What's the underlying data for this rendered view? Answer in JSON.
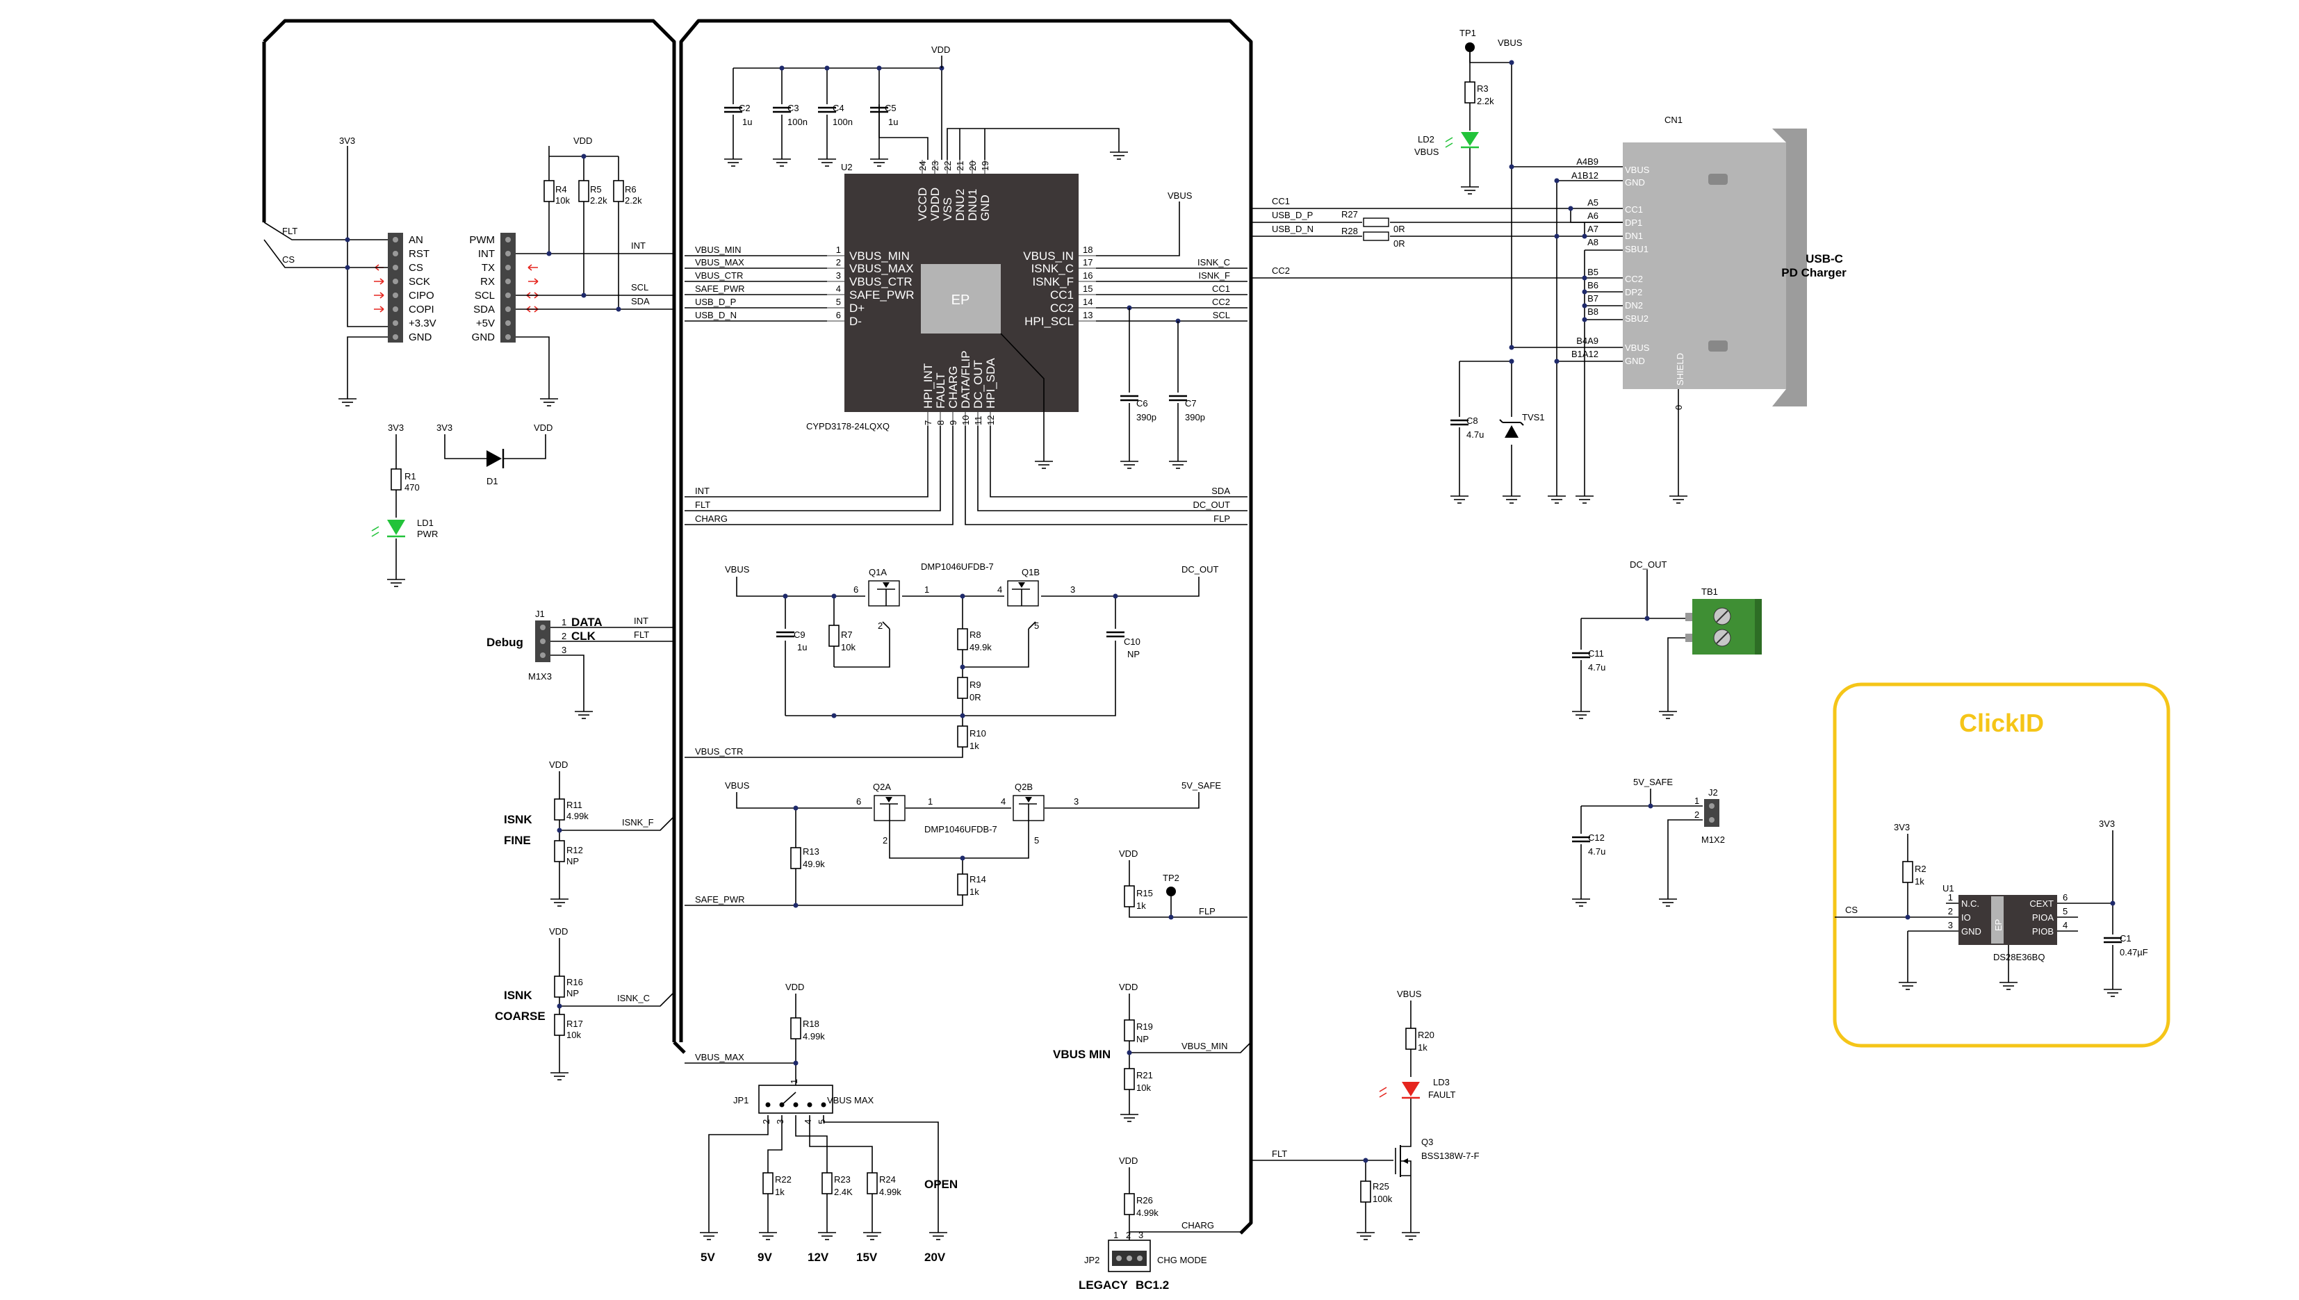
{
  "colors": {
    "chip": "#3d3737",
    "led_green": "#22c33a",
    "led_red": "#e5251e",
    "terminal": "#3f8f34",
    "clickid": "#f5c518",
    "junction": "#1f2a6b",
    "header_pin": "#333333"
  },
  "u2": {
    "ref": "U2",
    "part": "CYPD3178-24LQXQ",
    "ep": "EP",
    "left_pins": [
      {
        "num": "1",
        "name": "VBUS_MIN"
      },
      {
        "num": "2",
        "name": "VBUS_MAX"
      },
      {
        "num": "3",
        "name": "VBUS_CTR"
      },
      {
        "num": "4",
        "name": "SAFE_PWR"
      },
      {
        "num": "5",
        "name": "D+"
      },
      {
        "num": "6",
        "name": "D-"
      }
    ],
    "right_pins": [
      {
        "num": "18",
        "name": "VBUS_IN"
      },
      {
        "num": "17",
        "name": "ISNK_C"
      },
      {
        "num": "16",
        "name": "ISNK_F"
      },
      {
        "num": "15",
        "name": "CC1"
      },
      {
        "num": "14",
        "name": "CC2"
      },
      {
        "num": "13",
        "name": "HPI_SCL"
      }
    ],
    "top_pins": [
      {
        "num": "24",
        "name": "VCCD"
      },
      {
        "num": "23",
        "name": "VDDD"
      },
      {
        "num": "22",
        "name": "VSS"
      },
      {
        "num": "21",
        "name": "DNU2"
      },
      {
        "num": "20",
        "name": "DNU1"
      },
      {
        "num": "19",
        "name": "GND"
      }
    ],
    "bottom_pins": [
      {
        "num": "7",
        "name": "HPI_INT"
      },
      {
        "num": "8",
        "name": "FAULT"
      },
      {
        "num": "9",
        "name": "CHARG"
      },
      {
        "num": "10",
        "name": "DATA/FLIP"
      },
      {
        "num": "11",
        "name": "DC_OUT"
      },
      {
        "num": "12",
        "name": "HPI_SDA"
      }
    ]
  },
  "u2_left_nets": [
    "VBUS_MIN",
    "VBUS_MAX",
    "VBUS_CTR",
    "SAFE_PWR",
    "USB_D_P",
    "USB_D_N"
  ],
  "u2_right_nets": [
    "ISNK_C",
    "ISNK_F",
    "CC1",
    "CC2",
    "SCL"
  ],
  "u2_bottom_nets": [
    "INT",
    "FLT",
    "CHARG",
    "SDA",
    "DC_OUT",
    "FLP"
  ],
  "decoupling": [
    {
      "ref": "C2",
      "value": "1u"
    },
    {
      "ref": "C3",
      "value": "100n"
    },
    {
      "ref": "C4",
      "value": "100n"
    },
    {
      "ref": "C5",
      "value": "1u"
    }
  ],
  "cc_caps": [
    {
      "ref": "C6",
      "value": "390p"
    },
    {
      "ref": "C7",
      "value": "390p"
    }
  ],
  "mikrobus": {
    "left": [
      "AN",
      "RST",
      "CS",
      "SCK",
      "CIPO",
      "COPI",
      "+3.3V",
      "GND"
    ],
    "right": [
      "PWM",
      "INT",
      "TX",
      "RX",
      "SCL",
      "SDA",
      "+5V",
      "GND"
    ],
    "left_nets": [
      "FLT",
      "CS"
    ],
    "right_nets": [
      "INT",
      "SCL",
      "SDA"
    ],
    "pullups": [
      {
        "ref": "R4",
        "value": "10k"
      },
      {
        "ref": "R5",
        "value": "2.2k"
      },
      {
        "ref": "R6",
        "value": "2.2k"
      }
    ]
  },
  "power": {
    "r1": {
      "ref": "R1",
      "value": "470"
    },
    "ld1": {
      "ref": "LD1",
      "name": "PWR"
    },
    "d1": {
      "ref": "D1"
    }
  },
  "debug": {
    "title": "Debug",
    "ref": "J1",
    "part": "M1X3",
    "pins": [
      {
        "num": "1",
        "name": "DATA",
        "net": "INT"
      },
      {
        "num": "2",
        "name": "CLK",
        "net": "FLT"
      },
      {
        "num": "3",
        "name": "",
        "net": ""
      }
    ]
  },
  "switch1": {
    "q1a": "Q1A",
    "q1b": "Q1B",
    "part": "DMP1046UFDB-7",
    "in": "VBUS",
    "out": "DC_OUT",
    "pins": [
      "6",
      "1",
      "2",
      "4",
      "3",
      "5"
    ],
    "parts": [
      {
        "ref": "C9",
        "value": "1u"
      },
      {
        "ref": "R7",
        "value": "10k"
      },
      {
        "ref": "R8",
        "value": "49.9k"
      },
      {
        "ref": "R9",
        "value": "0R"
      },
      {
        "ref": "C10",
        "value": "NP"
      },
      {
        "ref": "R10",
        "value": "1k"
      }
    ],
    "ctrl": "VBUS_CTR"
  },
  "switch2": {
    "q2a": "Q2A",
    "q2b": "Q2B",
    "part": "DMP1046UFDB-7",
    "in": "VBUS",
    "out": "5V_SAFE",
    "pins": [
      "6",
      "1",
      "2",
      "4",
      "3",
      "5"
    ],
    "parts": [
      {
        "ref": "R13",
        "value": "49.9k"
      },
      {
        "ref": "R14",
        "value": "1k"
      }
    ],
    "ctrl": "SAFE_PWR"
  },
  "isnk_fine": {
    "l1": "ISNK",
    "l2": "FINE",
    "net": "ISNK_F",
    "r_top": {
      "ref": "R11",
      "value": "4.99k"
    },
    "r_bot": {
      "ref": "R12",
      "value": "NP"
    }
  },
  "isnk_coarse": {
    "l1": "ISNK",
    "l2": "COARSE",
    "net": "ISNK_C",
    "r_top": {
      "ref": "R16",
      "value": "NP"
    },
    "r_bot": {
      "ref": "R17",
      "value": "10k"
    }
  },
  "vbus_max": {
    "r18": {
      "ref": "R18",
      "value": "4.99k"
    },
    "jp": "JP1",
    "label": "VBUS MAX",
    "net": "VBUS_MAX",
    "jp_pins": [
      "1",
      "2",
      "3",
      "4",
      "5"
    ],
    "rs": [
      {
        "ref": "R22",
        "value": "1k"
      },
      {
        "ref": "R23",
        "value": "2.4K"
      },
      {
        "ref": "R24",
        "value": "4.99k"
      }
    ],
    "options": [
      "5V",
      "9V",
      "12V",
      "15V",
      "20V"
    ],
    "open": "OPEN"
  },
  "fault": {
    "r15": {
      "ref": "R15",
      "value": "1k"
    },
    "tp2": "TP2",
    "net": "FLP"
  },
  "vbus_min": {
    "label": "VBUS MIN",
    "net": "VBUS_MIN",
    "r19": {
      "ref": "R19",
      "value": "NP"
    },
    "r21": {
      "ref": "R21",
      "value": "10k"
    }
  },
  "charge": {
    "r26": {
      "ref": "R26",
      "value": "4.99k"
    },
    "net": "CHARG",
    "jp": "JP2",
    "mode": "CHG MODE",
    "left": "LEGACY",
    "right": "BC1.2",
    "pins": [
      "1",
      "2",
      "3"
    ]
  },
  "fault_led": {
    "r20": {
      "ref": "R20",
      "value": "1k"
    },
    "ld3": {
      "ref": "LD3",
      "name": "FAULT"
    },
    "q3": {
      "ref": "Q3",
      "part": "BSS138W-7-F"
    },
    "r25": {
      "ref": "R25",
      "value": "100k"
    },
    "net": "FLT"
  },
  "usbc": {
    "ref": "CN1",
    "title_1": "USB-C",
    "title_2": "PD Charger",
    "pins": [
      {
        "pad": "A4B9",
        "name": "VBUS"
      },
      {
        "pad": "A1B12",
        "name": "GND"
      },
      {
        "pad": "A5",
        "name": "CC1"
      },
      {
        "pad": "A6",
        "name": "DP1"
      },
      {
        "pad": "A7",
        "name": "DN1"
      },
      {
        "pad": "A8",
        "name": "SBU1"
      },
      {
        "pad": "B5",
        "name": "CC2"
      },
      {
        "pad": "B6",
        "name": "DP2"
      },
      {
        "pad": "B7",
        "name": "DN2"
      },
      {
        "pad": "B8",
        "name": "SBU2"
      },
      {
        "pad": "B4A9",
        "name": "VBUS"
      },
      {
        "pad": "B1A12",
        "name": "GND"
      }
    ],
    "shield": "SHIELD",
    "shield_pin": "0",
    "nets": [
      "CC1",
      "USB_D_P",
      "USB_D_N",
      "CC2"
    ],
    "r27": {
      "ref": "R27",
      "value": "0R"
    },
    "r28": {
      "ref": "R28",
      "value": "0R"
    },
    "tp1": "TP1",
    "vbus": "VBUS",
    "r3": {
      "ref": "R3",
      "value": "2.2k"
    },
    "ld2": {
      "ref": "LD2",
      "name": "VBUS"
    },
    "c8": {
      "ref": "C8",
      "value": "4.7u"
    },
    "tvs": "TVS1"
  },
  "terminal": {
    "net": "DC_OUT",
    "ref": "TB1",
    "c11": {
      "ref": "C11",
      "value": "4.7u"
    }
  },
  "j2": {
    "net": "5V_SAFE",
    "ref": "J2",
    "part": "M1X2",
    "c12": {
      "ref": "C12",
      "value": "4.7u"
    },
    "pins": [
      "1",
      "2"
    ]
  },
  "clickid": {
    "title": "ClickID",
    "u1": "U1",
    "part": "DS28E36BQ",
    "ep": "EP",
    "cs": "CS",
    "left_pins": [
      {
        "num": "1",
        "name": "N.C."
      },
      {
        "num": "2",
        "name": "IO"
      },
      {
        "num": "3",
        "name": "GND"
      }
    ],
    "right_pins": [
      {
        "num": "6",
        "name": "CEXT"
      },
      {
        "num": "5",
        "name": "PIOA"
      },
      {
        "num": "4",
        "name": "PIOB"
      }
    ],
    "r2": {
      "ref": "R2",
      "value": "1k"
    },
    "c1": {
      "ref": "C1",
      "value": "0.47µF"
    }
  },
  "rails": {
    "v33": "3V3",
    "vdd": "VDD",
    "vbus": "VBUS"
  }
}
